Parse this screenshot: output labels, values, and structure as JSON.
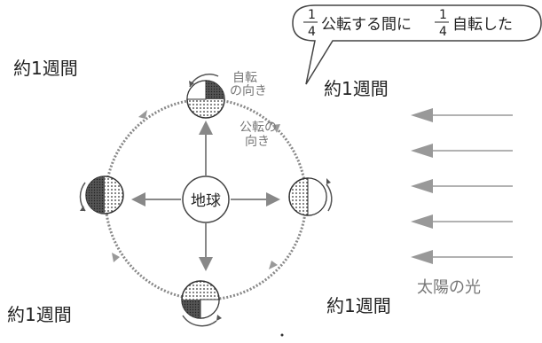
{
  "callout": {
    "frac_num": "1",
    "frac_den": "4",
    "mid_text": "公転する間に",
    "frac2_num": "1",
    "frac2_den": "4",
    "end_text": "自転した"
  },
  "labels": {
    "top_left_week": "約1週間",
    "top_right_week": "約1週間",
    "bottom_left_week": "約1週間",
    "bottom_right_week": "約1週間",
    "rotation_dir_line1": "自転",
    "rotation_dir_line2": "の向き",
    "revolution_dir_line1": "公転の",
    "revolution_dir_line2": "向き",
    "earth": "地球",
    "sunlight": "太陽の光"
  }
}
